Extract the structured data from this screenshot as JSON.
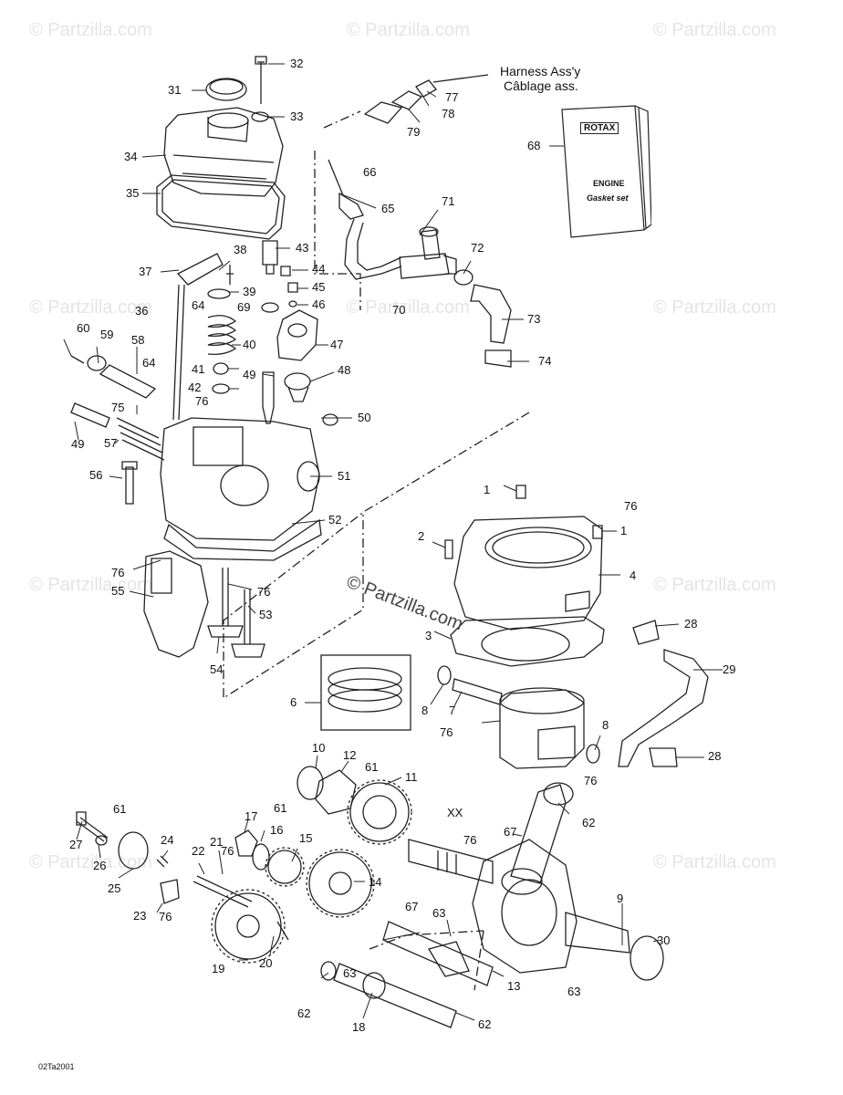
{
  "watermark": {
    "text": "© Partzilla.com"
  },
  "center_watermark": "© Partzilla.com",
  "harness": {
    "line1": "Harness Ass'y",
    "line2": "Câblage ass."
  },
  "booklet": {
    "brand": "ROTAX",
    "line1": "ENGINE",
    "line2": "Gasket set"
  },
  "diagram_ref": "02Ta2001",
  "callouts": {
    "c1a": "1",
    "c1b": "1",
    "c2": "2",
    "c3": "3",
    "c4": "4",
    "c6": "6",
    "c7": "7",
    "c8a": "8",
    "c8b": "8",
    "c9": "9",
    "c10": "10",
    "c11": "11",
    "c12": "12",
    "c13": "13",
    "c14": "14",
    "c15": "15",
    "c16": "16",
    "c17": "17",
    "c18": "18",
    "c19": "19",
    "c20": "20",
    "c21": "21",
    "c22": "22",
    "c23": "23",
    "c24": "24",
    "c25": "25",
    "c26": "26",
    "c27": "27",
    "c28a": "28",
    "c28b": "28",
    "c29": "29",
    "c30": "30",
    "c31": "31",
    "c32": "32",
    "c33": "33",
    "c34": "34",
    "c35": "35",
    "c36": "36",
    "c37": "37",
    "c38": "38",
    "c39": "39",
    "c40": "40",
    "c41": "41",
    "c42": "42",
    "c43": "43",
    "c44": "44",
    "c45": "45",
    "c46": "46",
    "c47": "47",
    "c48": "48",
    "c49a": "49",
    "c49b": "49",
    "c50": "50",
    "c51": "51",
    "c52": "52",
    "c53": "53",
    "c54": "54",
    "c55": "55",
    "c56": "56",
    "c57": "57",
    "c58": "58",
    "c59": "59",
    "c60": "60",
    "c61a": "61",
    "c61b": "61",
    "c61c": "61",
    "c62a": "62",
    "c62b": "62",
    "c62c": "62",
    "c63a": "63",
    "c63b": "63",
    "c63c": "63",
    "c64a": "64",
    "c64b": "64",
    "c65": "65",
    "c66": "66",
    "c67a": "67",
    "c67b": "67",
    "c68": "68",
    "c69": "69",
    "c70": "70",
    "c71": "71",
    "c72": "72",
    "c73": "73",
    "c74": "74",
    "c75": "75",
    "c76a": "76",
    "c76b": "76",
    "c76c": "76",
    "c76d": "76",
    "c76e": "76",
    "c76f": "76",
    "c76g": "76",
    "c76h": "76",
    "c77": "77",
    "c78": "78",
    "c79": "79",
    "cxx": "XX"
  }
}
